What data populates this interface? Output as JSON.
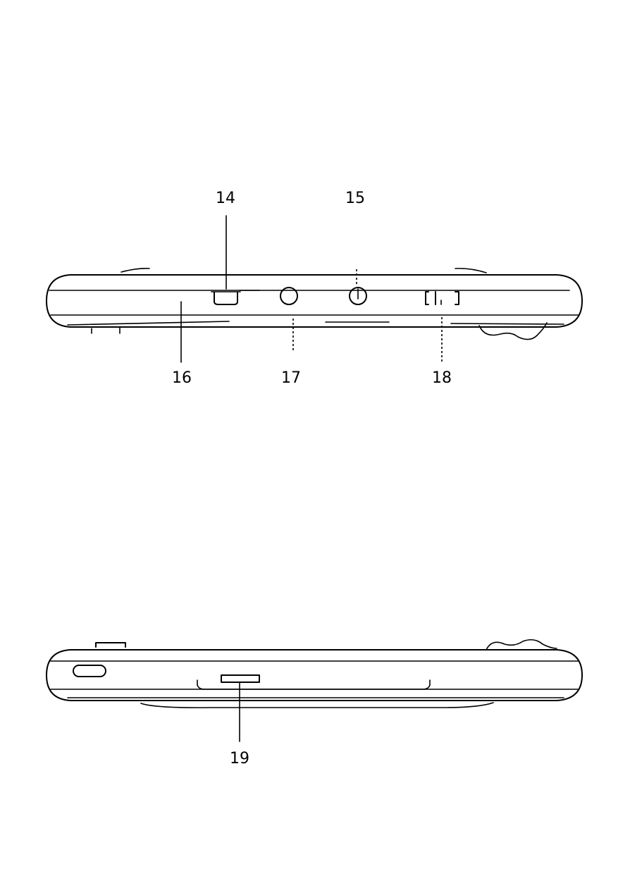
{
  "figures": [
    {
      "id": "top-edge-view",
      "callouts": [
        "14",
        "15",
        "16",
        "17",
        "18"
      ]
    },
    {
      "id": "bottom-edge-view",
      "callouts": [
        "19"
      ]
    }
  ]
}
